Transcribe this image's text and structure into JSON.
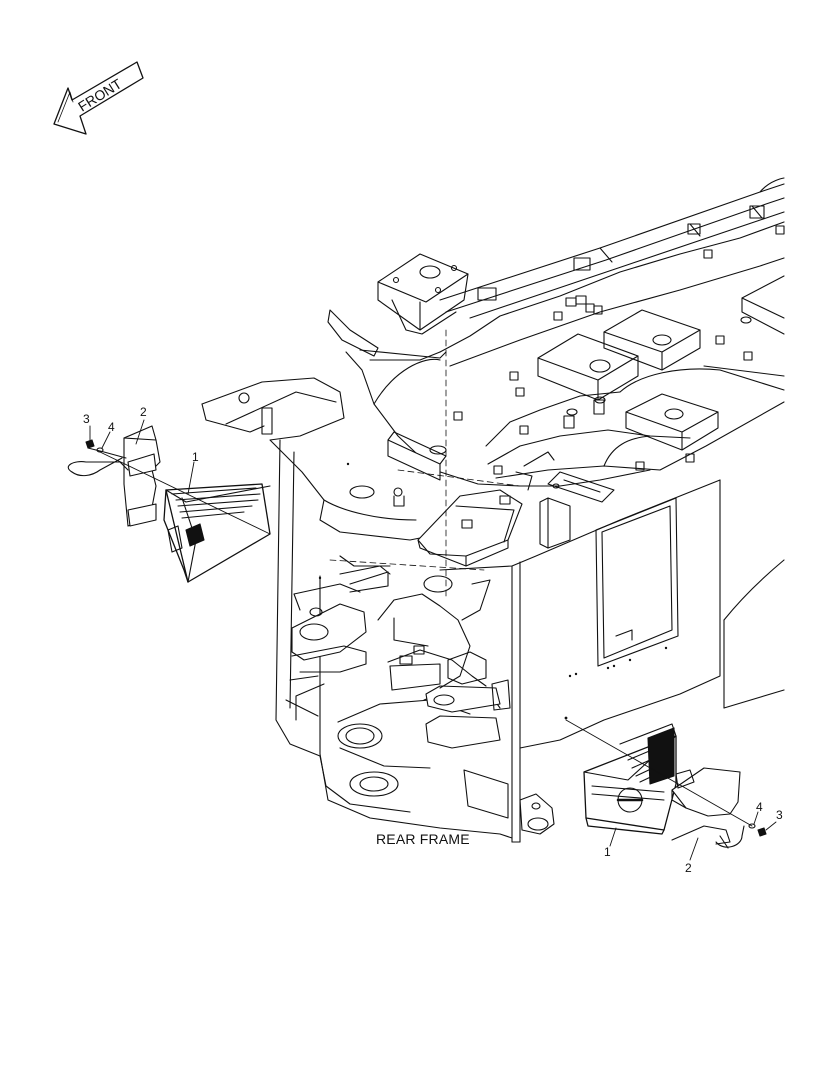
{
  "colors": {
    "line": "#111111",
    "background": "#ffffff"
  },
  "direction_arrow": {
    "label": "FRONT",
    "icon": "front-arrow-icon"
  },
  "caption": "REAR FRAME",
  "callouts_left": {
    "wheel_chock": "1",
    "holder_bracket": "2",
    "bolt": "3",
    "washer": "4"
  },
  "callouts_right": {
    "wheel_chock": "1",
    "holder_bracket": "2",
    "bolt": "3",
    "washer": "4"
  }
}
